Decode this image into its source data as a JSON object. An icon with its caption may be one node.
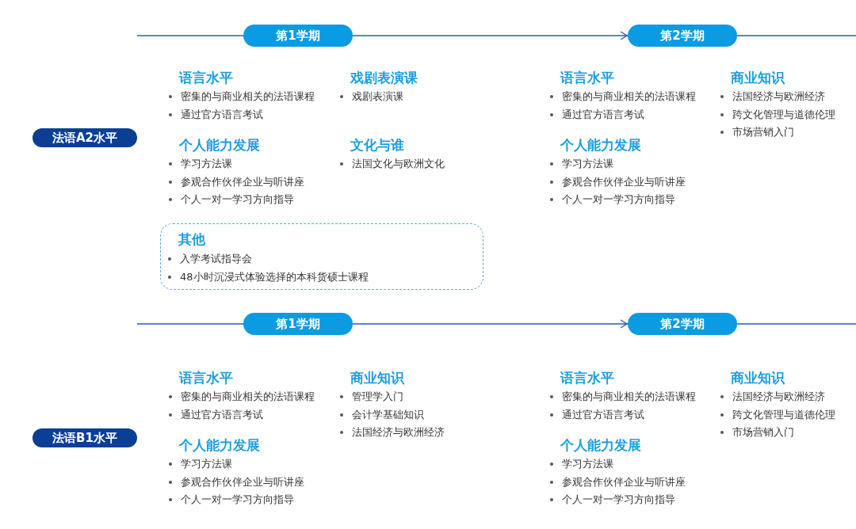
{
  "diagram": {
    "nodes": [
      {
        "text": [
          "法语A2水平"
        ]
      },
      {
        "text": [
          "第1学期"
        ]
      },
      {
        "text": [
          "第2学期"
        ]
      },
      {
        "text": [
          "其他",
          "入学考试指导会",
          "48小时沉浸式体验选择的本科货硕士课程"
        ]
      },
      {
        "text": [
          "法语B1水平"
        ]
      },
      {
        "text": [
          "第1学期"
        ]
      },
      {
        "text": [
          "第2学期"
        ]
      }
    ],
    "edges": [
      {
        "from": null,
        "to": 1,
        "arrow": "none"
      },
      {
        "from": 1,
        "to": 2,
        "arrow": "to"
      },
      {
        "from": 2,
        "to": null,
        "arrow": "none"
      },
      {
        "from": null,
        "to": 5,
        "arrow": "none"
      },
      {
        "from": 5,
        "to": 6,
        "arrow": "to"
      },
      {
        "from": 6,
        "to": null,
        "arrow": "none"
      }
    ],
    "labels": [
      "语言水平",
      "密集的与商业相关的法语课程",
      "通过官方语言考试",
      "戏剧表演课",
      "戏剧表演课",
      "个人能力发展",
      "学习方法课",
      "参观合作伙伴企业与听讲座",
      "个人一对一学习方向指导",
      "文化与谁",
      "法国文化与欧洲文化",
      "语言水平",
      "密集的与商业相关的法语课程",
      "通过官方语言考试",
      "商业知识",
      "法国经济与欧洲经济",
      "跨文化管理与道德伦理",
      "市场营销入门",
      "个人能力发展",
      "学习方法课",
      "参观合作伙伴企业与听讲座",
      "个人一对一学习方向指导",
      "语言水平",
      "密集的与商业相关的法语课程",
      "通过官方语言考试",
      "商业知识",
      "管理学入门",
      "会计学基础知识",
      "法国经济与欧洲经济",
      "个人能力发展",
      "学习方法课",
      "参观合作伙伴企业与听讲座",
      "个人一对一学习方向指导",
      "语言水平",
      "密集的与商业相关的法语课程",
      "通过官方语言考试",
      "商业知识",
      "法国经济与欧洲经济",
      "跨文化管理与道德伦理",
      "市场营销入门",
      "个人能力发展",
      "学习方法课",
      "参观合作伙伴企业与听讲座",
      "个人一对一学习方向指导"
    ]
  }
}
